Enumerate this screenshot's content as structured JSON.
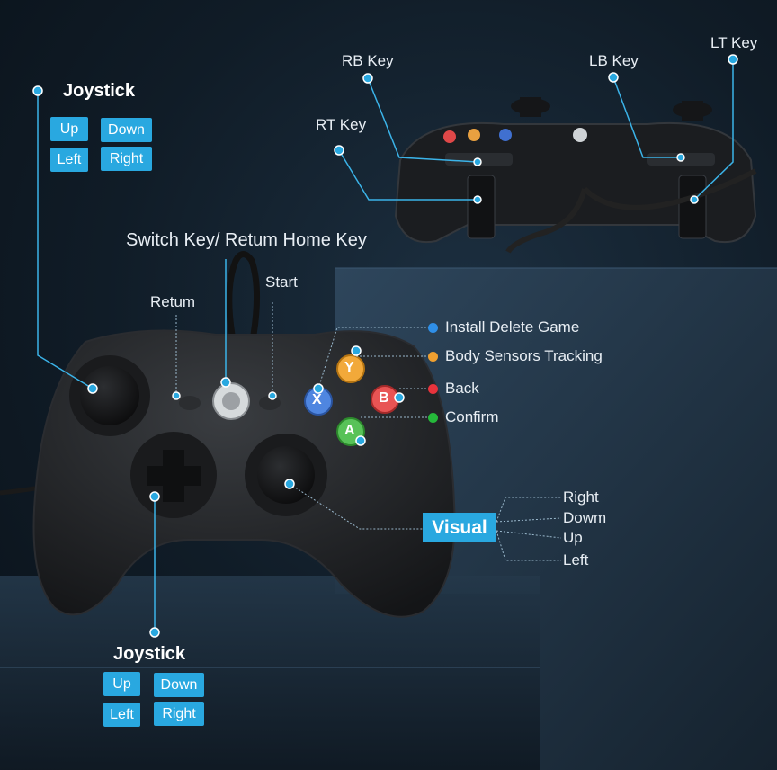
{
  "colors": {
    "accent": "#29a8e0",
    "install_dot": "#2f8fe8",
    "sensors_dot": "#f0a030",
    "back_dot": "#e8333c",
    "confirm_dot": "#25b83a"
  },
  "shoulder_keys": {
    "rb": "RB Key",
    "lb": "LB Key",
    "lt": "LT Key",
    "rt": "RT Key"
  },
  "top_labels": {
    "switch_key": "Switch Key/ Retum Home Key",
    "retum": "Retum",
    "start": "Start"
  },
  "face_buttons": [
    {
      "label": "Install Delete Game",
      "icon": "x-button-icon"
    },
    {
      "label": "Body Sensors Tracking",
      "icon": "y-button-icon"
    },
    {
      "label": "Back",
      "icon": "b-button-icon"
    },
    {
      "label": "Confirm",
      "icon": "a-button-icon"
    }
  ],
  "button_letters": {
    "x": "X",
    "y": "Y",
    "b": "B",
    "a": "A"
  },
  "left_joystick": {
    "title": "Joystick",
    "chips": [
      "Up",
      "Down",
      "Left",
      "Right"
    ]
  },
  "bottom_joystick": {
    "title": "Joystick",
    "chips": [
      "Up",
      "Down",
      "Left",
      "Right"
    ]
  },
  "visual": {
    "label": "Visual",
    "directions": [
      "Right",
      "Dowm",
      "Up",
      "Left"
    ]
  }
}
